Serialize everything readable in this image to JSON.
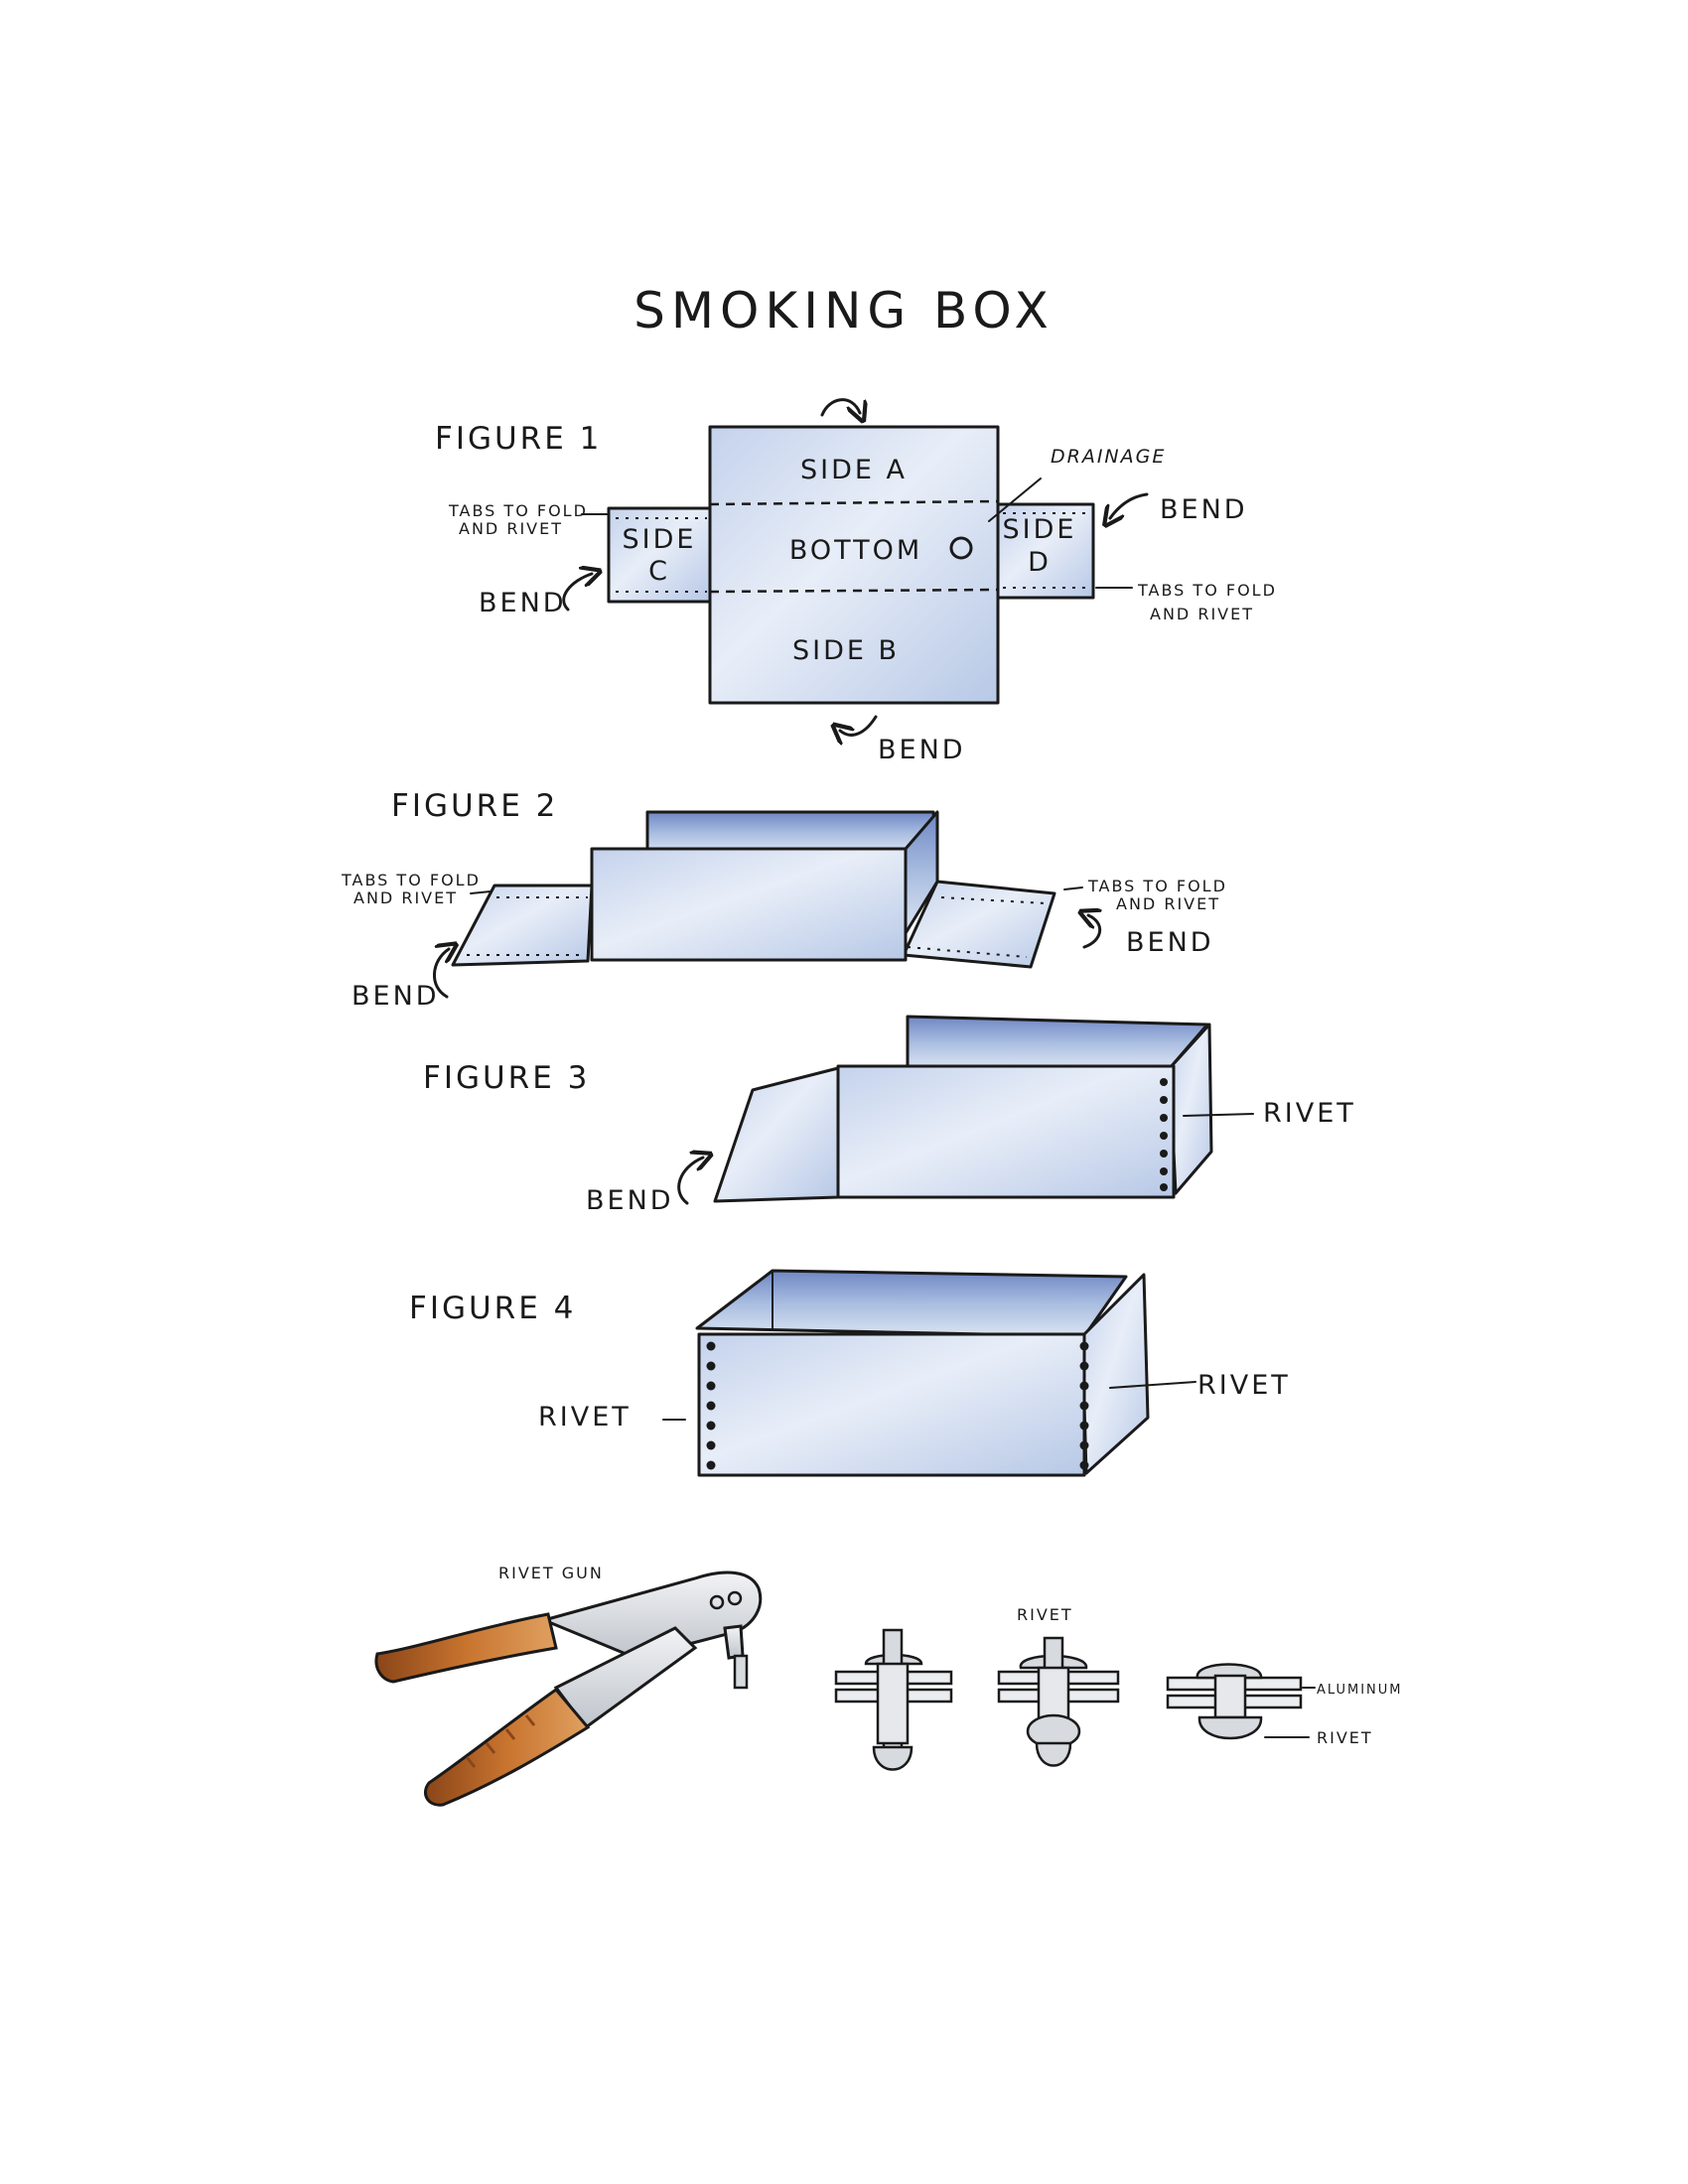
{
  "title": "SMOKING BOX",
  "colors": {
    "ink": "#1a1a1a",
    "wash_light": "#dbe4f2",
    "wash_mid": "#a9bde0",
    "wash_dark": "#6f87c4",
    "handle_orange": "#c8742f",
    "handle_dark": "#8a4518",
    "metal": "#d7dade"
  },
  "figure1": {
    "label": "FIGURE 1",
    "side_a": "SIDE  A",
    "bottom": "BOTTOM",
    "side_b": "SIDE  B",
    "side_c_1": "SIDE",
    "side_c_2": "C",
    "side_d_1": "SIDE",
    "side_d_2": "D",
    "drainage": "DRAINAGE",
    "bend_right": "BEND",
    "bend_left": "BEND",
    "bend_bottom": "BEND",
    "tabs_left_1": "TABS TO FOLD",
    "tabs_left_2": "AND RIVET",
    "tabs_right_1": "TABS TO FOLD",
    "tabs_right_2": "AND RIVET"
  },
  "figure2": {
    "label": "FIGURE 2",
    "tabs_left_1": "TABS TO FOLD",
    "tabs_left_2": "AND RIVET",
    "tabs_right_1": "TABS TO FOLD",
    "tabs_right_2": "AND RIVET",
    "bend_left": "BEND",
    "bend_right": "BEND"
  },
  "figure3": {
    "label": "FIGURE 3",
    "bend": "BEND",
    "rivet": "RIVET"
  },
  "figure4": {
    "label": "FIGURE 4",
    "rivet_left": "RIVET",
    "rivet_right": "RIVET"
  },
  "tools": {
    "rivet_gun": "RIVET   GUN",
    "rivet_title": "RIVET",
    "aluminum": "ALUMINUM",
    "rivet_label": "RIVET"
  }
}
